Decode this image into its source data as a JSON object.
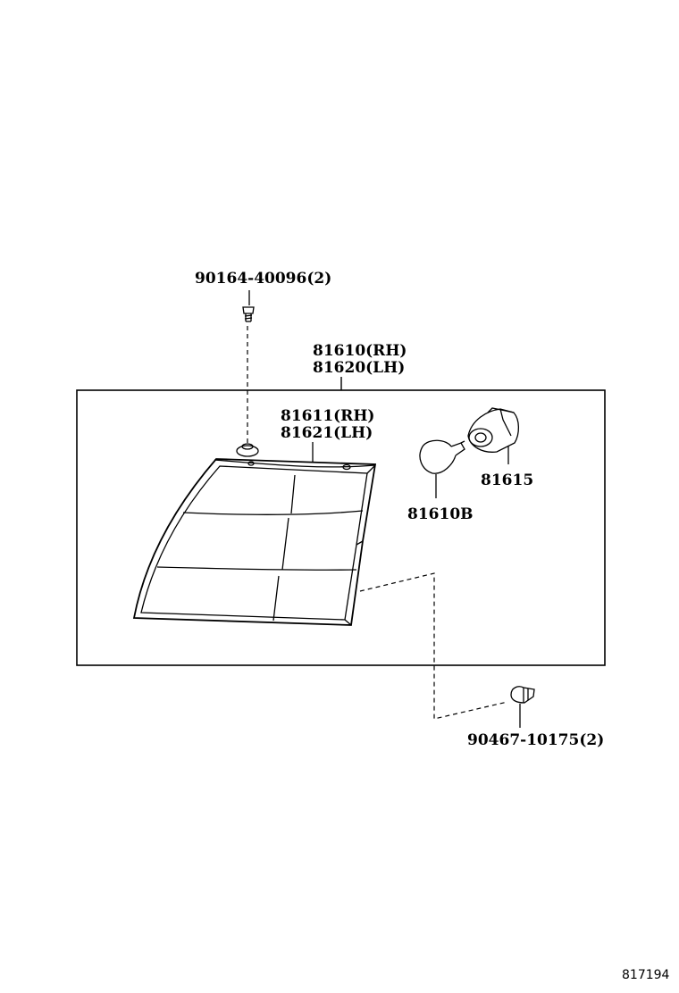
{
  "parts": {
    "screw": "90164-40096(2)",
    "assembly_rh": "81610(RH)",
    "assembly_lh": "81620(LH)",
    "lens_rh": "81611(RH)",
    "lens_lh": "81621(LH)",
    "socket": "81615",
    "bulb": "81610B",
    "clip": "90467-10175(2)"
  },
  "figure_number": "817194",
  "icons": [
    "screw-icon",
    "clip-icon",
    "bulb-icon",
    "socket-icon",
    "lamp-lens-icon"
  ]
}
